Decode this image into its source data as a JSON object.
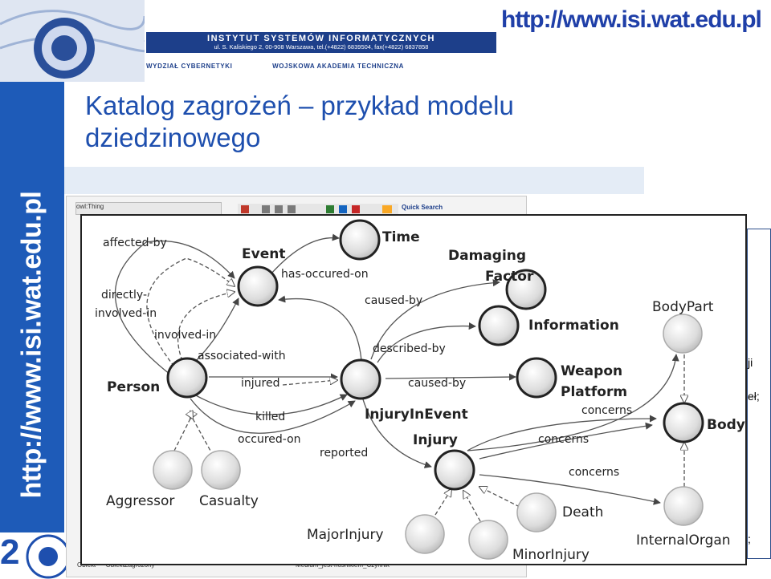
{
  "header": {
    "institute_name": "INSTYTUT SYSTEMÓW INFORMATYCZNYCH",
    "institute_address": "ul. S. Kaliskiego 2, 00-908 Warszawa, tel.(+4822) 6839504, fax(+4822) 6837858",
    "faculty": "WYDZIAŁ CYBERNETYKI",
    "academy": "WOJSKOWA AKADEMIA TECHNICZNA",
    "url": "http://www.isi.wat.edu.pl"
  },
  "sidebar": {
    "url_vertical": "http://www.isi.wat.edu.pl",
    "slide_number": "2"
  },
  "title": {
    "line1": "Katalog zagrożeń – przykład modelu",
    "line2": "dziedzinowego"
  },
  "background_screenshot": {
    "owl_thing": "owl:Thing",
    "quick_search": "Quick Search",
    "obiekt": "Obiekt",
    "obiekt_zagrozony": "ObiektZagrozony",
    "medium": "Medium_jest-nosnikiem_Czynnik"
  },
  "right_panel_fragments": [
    "ji",
    "eł;",
    ";"
  ],
  "diagram": {
    "nodes": {
      "time": "Time",
      "event": "Event",
      "damaging_factor": [
        "Damaging",
        "Factor"
      ],
      "information": "Information",
      "body_part": "BodyPart",
      "person": "Person",
      "injury_in_event": "InjuryInEvent",
      "weapon_platform": [
        "Weapon",
        "Platform"
      ],
      "body": "Body",
      "injury": "Injury",
      "aggressor": "Aggressor",
      "casualty": "Casualty",
      "death": "Death",
      "major_injury": "MajorInjury",
      "minor_injury": "MinorInjury",
      "internal_organ": "InternalOrgan"
    },
    "edges": {
      "affected_by": "affected-by",
      "directly_involved_in": [
        "directly-",
        "involved-in"
      ],
      "involved_in": "involved-in",
      "associated_with": "associated-with",
      "has_occured_on": "has-occured-on",
      "caused_by_1": "caused-by",
      "described_by": "described-by",
      "caused_by_2": "caused-by",
      "injured": "injured",
      "killed": "killed",
      "occured_on": "occured-on",
      "reported": "reported",
      "concerns_1": "concerns",
      "concerns_2": "concerns",
      "concerns_3": "concerns"
    }
  }
}
